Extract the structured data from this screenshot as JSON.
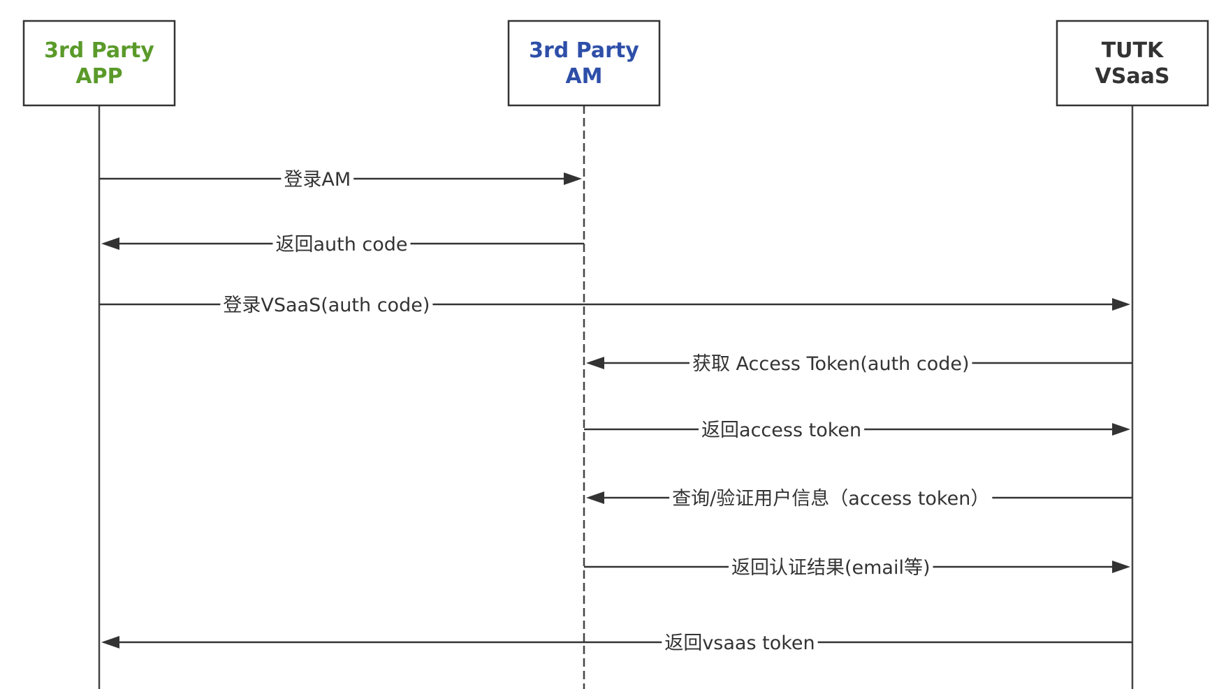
{
  "participants": [
    {
      "key": "app",
      "lines": [
        "3rd Party",
        "APP"
      ],
      "color": "#5a9a2a",
      "lifeline": "solid"
    },
    {
      "key": "am",
      "lines": [
        "3rd Party",
        "AM"
      ],
      "color": "#2e4fa8",
      "lifeline": "dashed"
    },
    {
      "key": "vsaas",
      "lines": [
        "TUTK",
        "VSaaS"
      ],
      "color": "#333333",
      "lifeline": "solid"
    }
  ],
  "messages": [
    {
      "from": "app",
      "to": "am",
      "label": "登录AM"
    },
    {
      "from": "am",
      "to": "app",
      "label": "返回auth code"
    },
    {
      "from": "app",
      "to": "vsaas",
      "label": "登录VSaaS(auth code)"
    },
    {
      "from": "vsaas",
      "to": "am",
      "label": "获取 Access Token(auth code)"
    },
    {
      "from": "am",
      "to": "vsaas",
      "label": "返回access token"
    },
    {
      "from": "vsaas",
      "to": "am",
      "label": "查询/验证用户信息（access token）"
    },
    {
      "from": "am",
      "to": "vsaas",
      "label": "返回认证结果(email等)"
    },
    {
      "from": "vsaas",
      "to": "app",
      "label": "返回vsaas token"
    }
  ]
}
